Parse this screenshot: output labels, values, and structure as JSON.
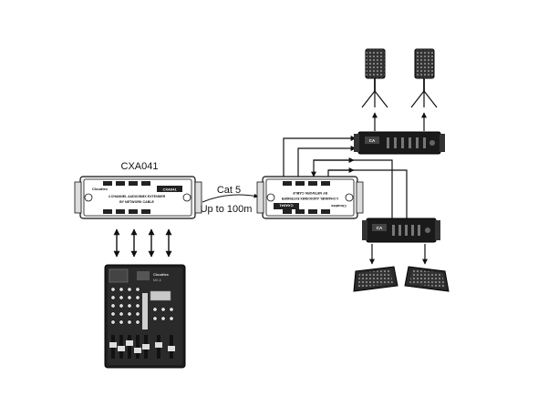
{
  "sender": {
    "model_label": "CXA041",
    "brand": "Cloudtec",
    "badge": "CXA041",
    "panel_line1": "4 CHANNEL AUDIO/DMX EXTENDER",
    "panel_line2": "BY NETWORK CABLE"
  },
  "cable": {
    "type_label": "Cat 5",
    "distance_label": "Up to 100m"
  },
  "receiver": {
    "brand": "Cloudtec",
    "badge": "CXA041",
    "panel_line1": "4 CHANNEL AUDIO/DMX EXTENDER",
    "panel_line2": "BY NETWORK CABLE"
  },
  "mixer": {
    "brand": "Cloudtec",
    "model": "MX-6"
  },
  "amplifier_top": {
    "brand": "CA"
  },
  "amplifier_bottom": {
    "brand": "CA"
  },
  "colors": {
    "line": "#111111",
    "device_fill": "#f2f2f2",
    "dark": "#1a1a1a"
  }
}
